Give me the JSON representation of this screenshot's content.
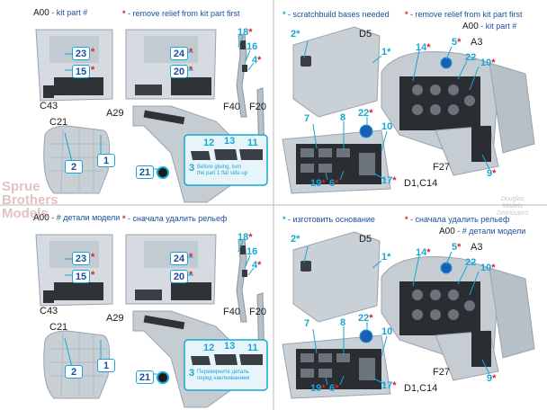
{
  "top_left": {
    "header_code": "A00",
    "header_kit": " - kit part #",
    "header_remove": " - remove relief from kit part first",
    "parts": {
      "p23": "23",
      "p15": "15",
      "p24": "24",
      "p20": "20",
      "p18": "18",
      "p16": "16",
      "p4": "4",
      "p2": "2",
      "p1": "1",
      "p12": "12",
      "p13": "13",
      "p11": "11",
      "p3": "3",
      "p21": "21"
    },
    "labels": {
      "c43": "C43",
      "c21": "C21",
      "a29": "A29",
      "f40": "F40",
      "f20": "F20"
    },
    "note_line1": "Before gluing, turn",
    "note_line2": "the part 1 flat side up"
  },
  "top_right": {
    "header_scratch": " - scratchbuild bases needed",
    "header_remove": " - remove relief from kit part first",
    "header_code": "A00",
    "header_kit": " - kit part #",
    "parts": {
      "p2": "2",
      "p1": "1",
      "p14": "14",
      "p5": "5",
      "p22": "22",
      "p10": "10",
      "p7": "7",
      "p8": "8",
      "p22b": "22",
      "p10b": "10",
      "p19": "19",
      "p6": "6",
      "p17": "17",
      "p9": "9"
    },
    "labels": {
      "d5": "D5",
      "a3": "A3",
      "f27": "F27",
      "d1c14": "D1,C14"
    }
  },
  "bottom_left": {
    "header_code": "A00",
    "header_kit": " - # детали модели",
    "header_remove": " - сначала удалить рельеф",
    "parts": {
      "p23": "23",
      "p15": "15",
      "p24": "24",
      "p20": "20",
      "p18": "18",
      "p16": "16",
      "p4": "4",
      "p2": "2",
      "p1": "1",
      "p12": "12",
      "p13": "13",
      "p11": "11",
      "p3": "3",
      "p21": "21"
    },
    "labels": {
      "c43": "C43",
      "c21": "C21",
      "a29": "A29",
      "f40": "F40",
      "f20": "F20"
    },
    "note_line1": "Переверните деталь",
    "note_line2": "перед наклеиванием"
  },
  "bottom_right": {
    "header_scratch": " - изготовить основание",
    "header_remove": " - сначала удалить рельеф",
    "header_code": "A00",
    "header_kit": " - # детали модели",
    "parts": {
      "p2": "2",
      "p1": "1",
      "p14": "14",
      "p5": "5",
      "p22": "22",
      "p10": "10",
      "p7": "7",
      "p8": "8",
      "p22b": "22",
      "p10b": "10",
      "p19": "19",
      "p6": "6",
      "p17": "17",
      "p9": "9"
    },
    "labels": {
      "d5": "D5",
      "a3": "A3",
      "f27": "F27",
      "d1c14": "D1,C14"
    }
  },
  "watermark": {
    "line1": "Sprue",
    "line2": "Brothers",
    "line3": "Models",
    "dist1": "Douglas",
    "dist2": "Models",
    "dist3": "Distributors"
  },
  "star_glyph": "*",
  "colors": {
    "accent_blue": "#17a6d6",
    "remove_red": "#e01e1e",
    "part_gray": "#c8cfd5",
    "dark_panel": "#2a2e33"
  }
}
